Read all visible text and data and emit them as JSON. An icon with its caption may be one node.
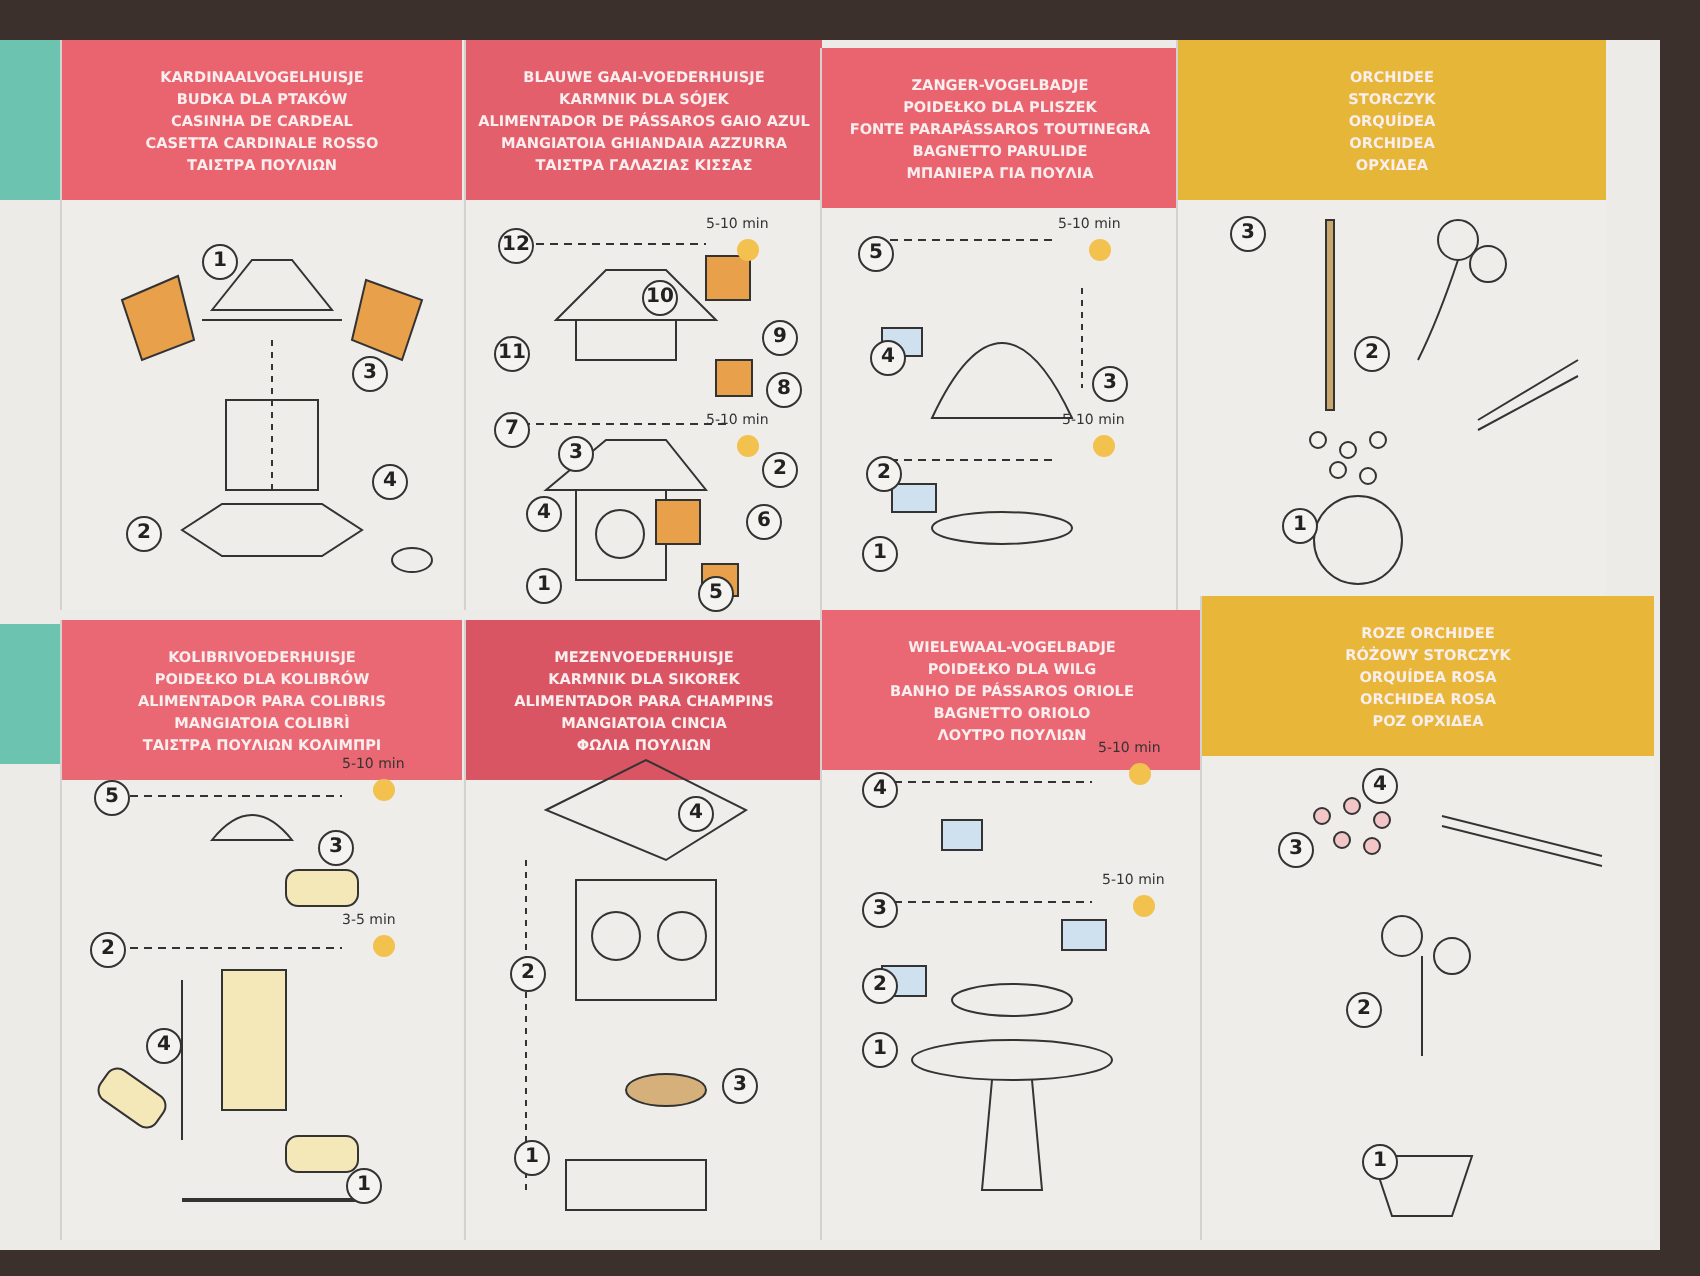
{
  "diagram": {
    "nodes": [
      {
        "text": [
          "KARDINAALVOGELHUISJE",
          "BUDKA DLA PTAKÓW",
          "CASINHA DE CARDEAL",
          "CASETTA CARDINALE ROSSO",
          "ΤΑΙΣΤΡΑ ΠΟΥΛΙΩΝ"
        ]
      },
      {
        "text": [
          "BLAUWE GAAI-VOEDERHUISJE",
          "KARMNIK DLA SÓJEK",
          "ALIMENTADOR DE PÁSSAROS GAIO AZUL",
          "MANGIATOIA GHIANDAIA AZZURRA",
          "ΤΑΙΣΤΡΑ ΓΑΛΑΖΙΑΣ ΚΙΣΣΑΣ"
        ]
      },
      {
        "text": [
          "ZANGER-VOGELBADJE",
          "POIDEŁKO DLA PLISZEK",
          "FONTE PARAPÁSSAROS TOUTINEGRA",
          "BAGNETTO PARULIDE",
          "ΜΠΑΝΙΕΡΑ ΓΙΑ ΠΟΥΛΙΑ"
        ]
      },
      {
        "text": [
          "ORCHIDEE",
          "STORCZYK",
          "ORQUÍDEA",
          "ORCHIDEA",
          "ΟΡΧΙΔΕΑ"
        ]
      },
      {
        "text": [
          "KOLIBRIVOEDERHUISJE",
          "POIDEŁKO DLA KOLIBRÓW",
          "ALIMENTADOR PARA COLIBRIS",
          "MANGIATOIA COLIBRÌ",
          "ΤΑΙΣΤΡΑ ΠΟΥΛΙΩΝ ΚΟΛΙΜΠΡΙ"
        ]
      },
      {
        "text": [
          "MEZENVOEDERHUISJE",
          "KARMNIK DLA SIKOREK",
          "ALIMENTADOR PARA CHAMPINS",
          "MANGIATOIA CINCIA",
          "ΦΩΛΙΑ ΠΟΥΛΙΩΝ"
        ]
      },
      {
        "text": [
          "WIELEWAAL-VOGELBADJE",
          "POIDEŁKO DLA WILG",
          "BANHO DE PÁSSAROS ORIOLE",
          "BAGNETTO ORIOLO",
          "ΛΟΥΤΡΟ ΠΟΥΛΙΩΝ"
        ]
      },
      {
        "text": [
          "ROZE ORCHIDEE",
          "RÓŻOWY STORCZYK",
          "ORQUÍDEA ROSA",
          "ORCHIDEA ROSA",
          "ΡΟΖ ΟΡΧΙΔΕΑ"
        ]
      }
    ],
    "labels": [
      "1",
      "3",
      "4",
      "2",
      "12",
      "10",
      "5-10 min",
      "11",
      "9",
      "8",
      "7",
      "5-10 min",
      "3",
      "2",
      "4",
      "6",
      "1",
      "5",
      "5",
      "5-10 min",
      "4",
      "3",
      "2",
      "5-10 min",
      "1",
      "3",
      "2",
      "1",
      "5",
      "5-10 min",
      "3",
      "2",
      "3-5 min",
      "4",
      "1",
      "4",
      "2",
      "3",
      "1",
      "4",
      "5-10 min",
      "3",
      "5-10 min",
      "2",
      "1",
      "4",
      "3",
      "2",
      "1"
    ]
  }
}
